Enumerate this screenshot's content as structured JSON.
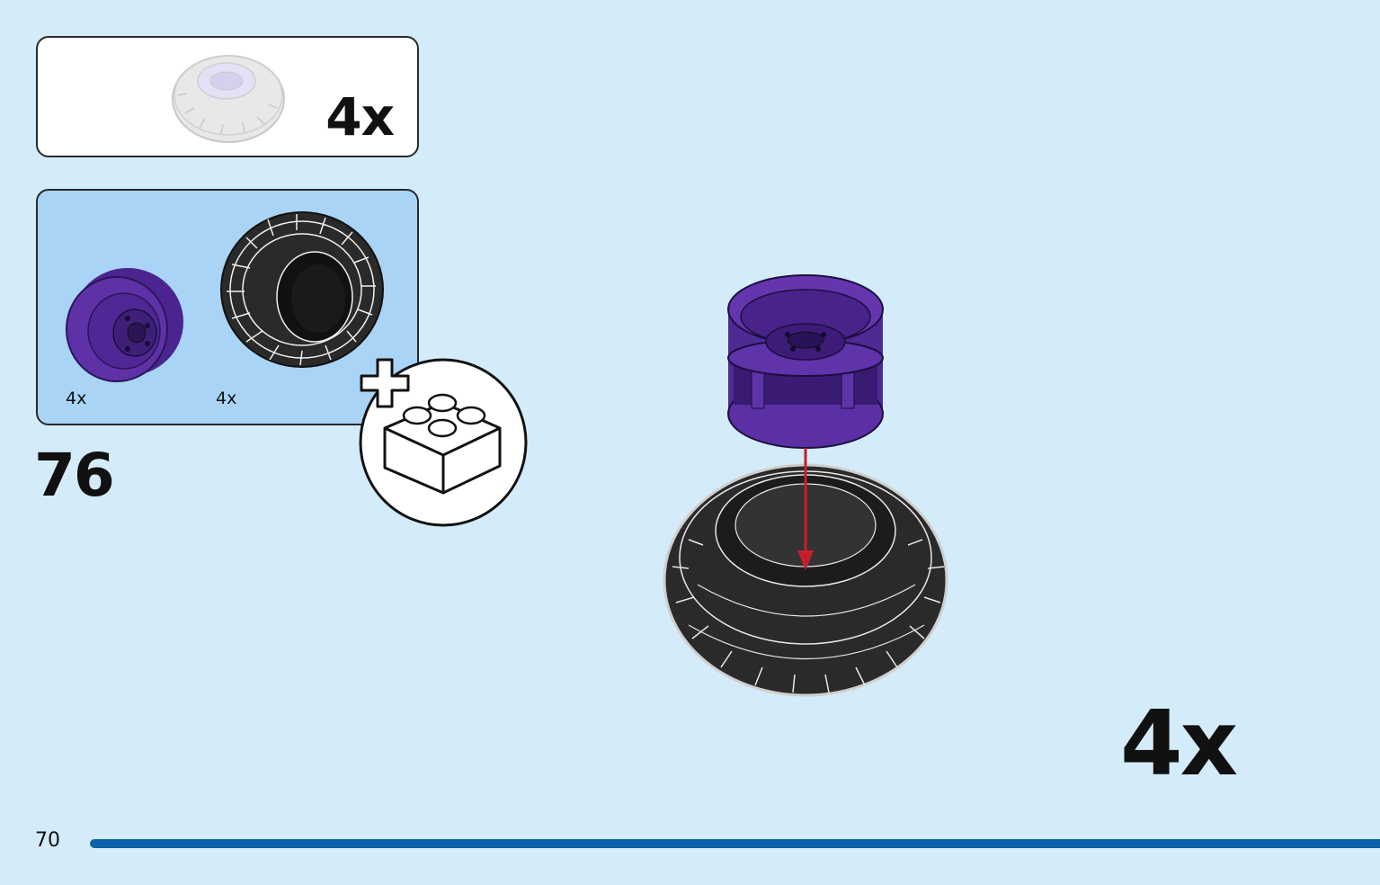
{
  "submodel": {
    "quantity": "4x"
  },
  "parts": [
    {
      "name": "purple-rim",
      "quantity": "4x",
      "color": "#5b2d9c"
    },
    {
      "name": "black-tire",
      "quantity": "4x",
      "color": "#1e1e1e"
    }
  ],
  "step": {
    "number": "76"
  },
  "build": {
    "quantity": "4x",
    "arrow_color": "#c81e2a"
  },
  "page": {
    "number": "70",
    "accent": "#0b62a9",
    "background": "#d4ebf9"
  }
}
